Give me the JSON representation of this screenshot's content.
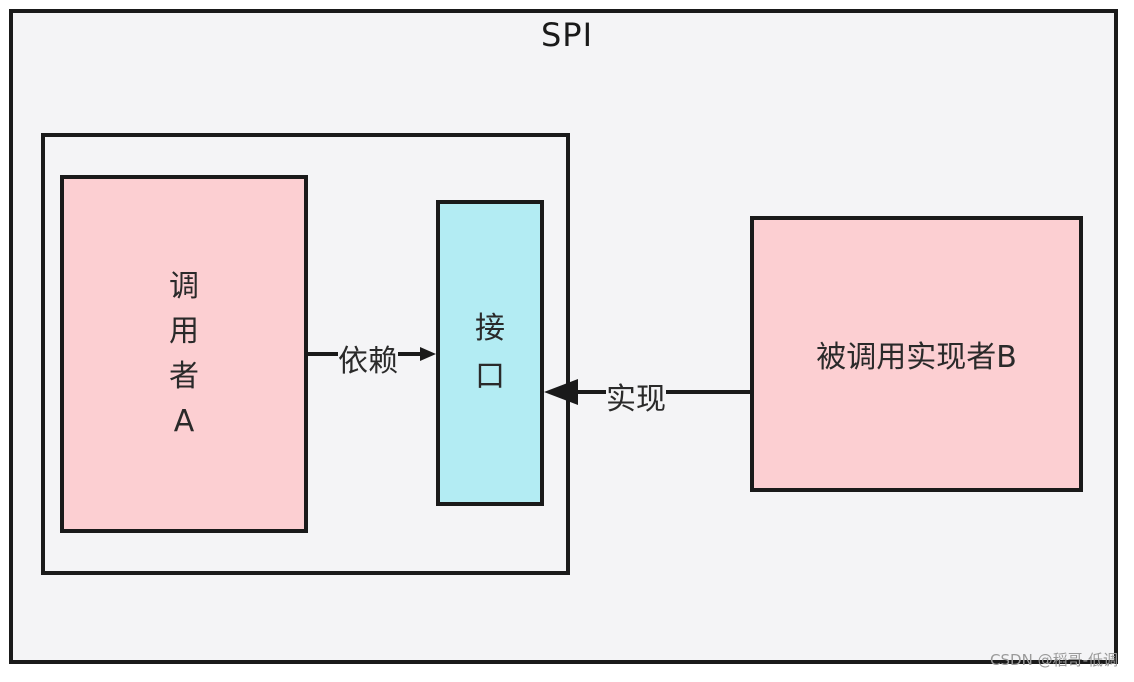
{
  "diagram": {
    "title": "SPI",
    "caller": {
      "lines": [
        "调",
        "用",
        "者",
        "A"
      ]
    },
    "interface": {
      "lines": [
        "接",
        "口"
      ]
    },
    "implementor": {
      "label": "被调用实现者B"
    },
    "edges": {
      "dependency_label": "依赖",
      "implements_label": "实现"
    }
  },
  "watermark": "CSDN @稻哥-低调",
  "colors": {
    "caller_fill": "#fccfd2",
    "interface_fill": "#b3ecf3",
    "implementor_fill": "#fccfd2",
    "border": "#1a1a1a",
    "background": "#f4f4f6"
  }
}
